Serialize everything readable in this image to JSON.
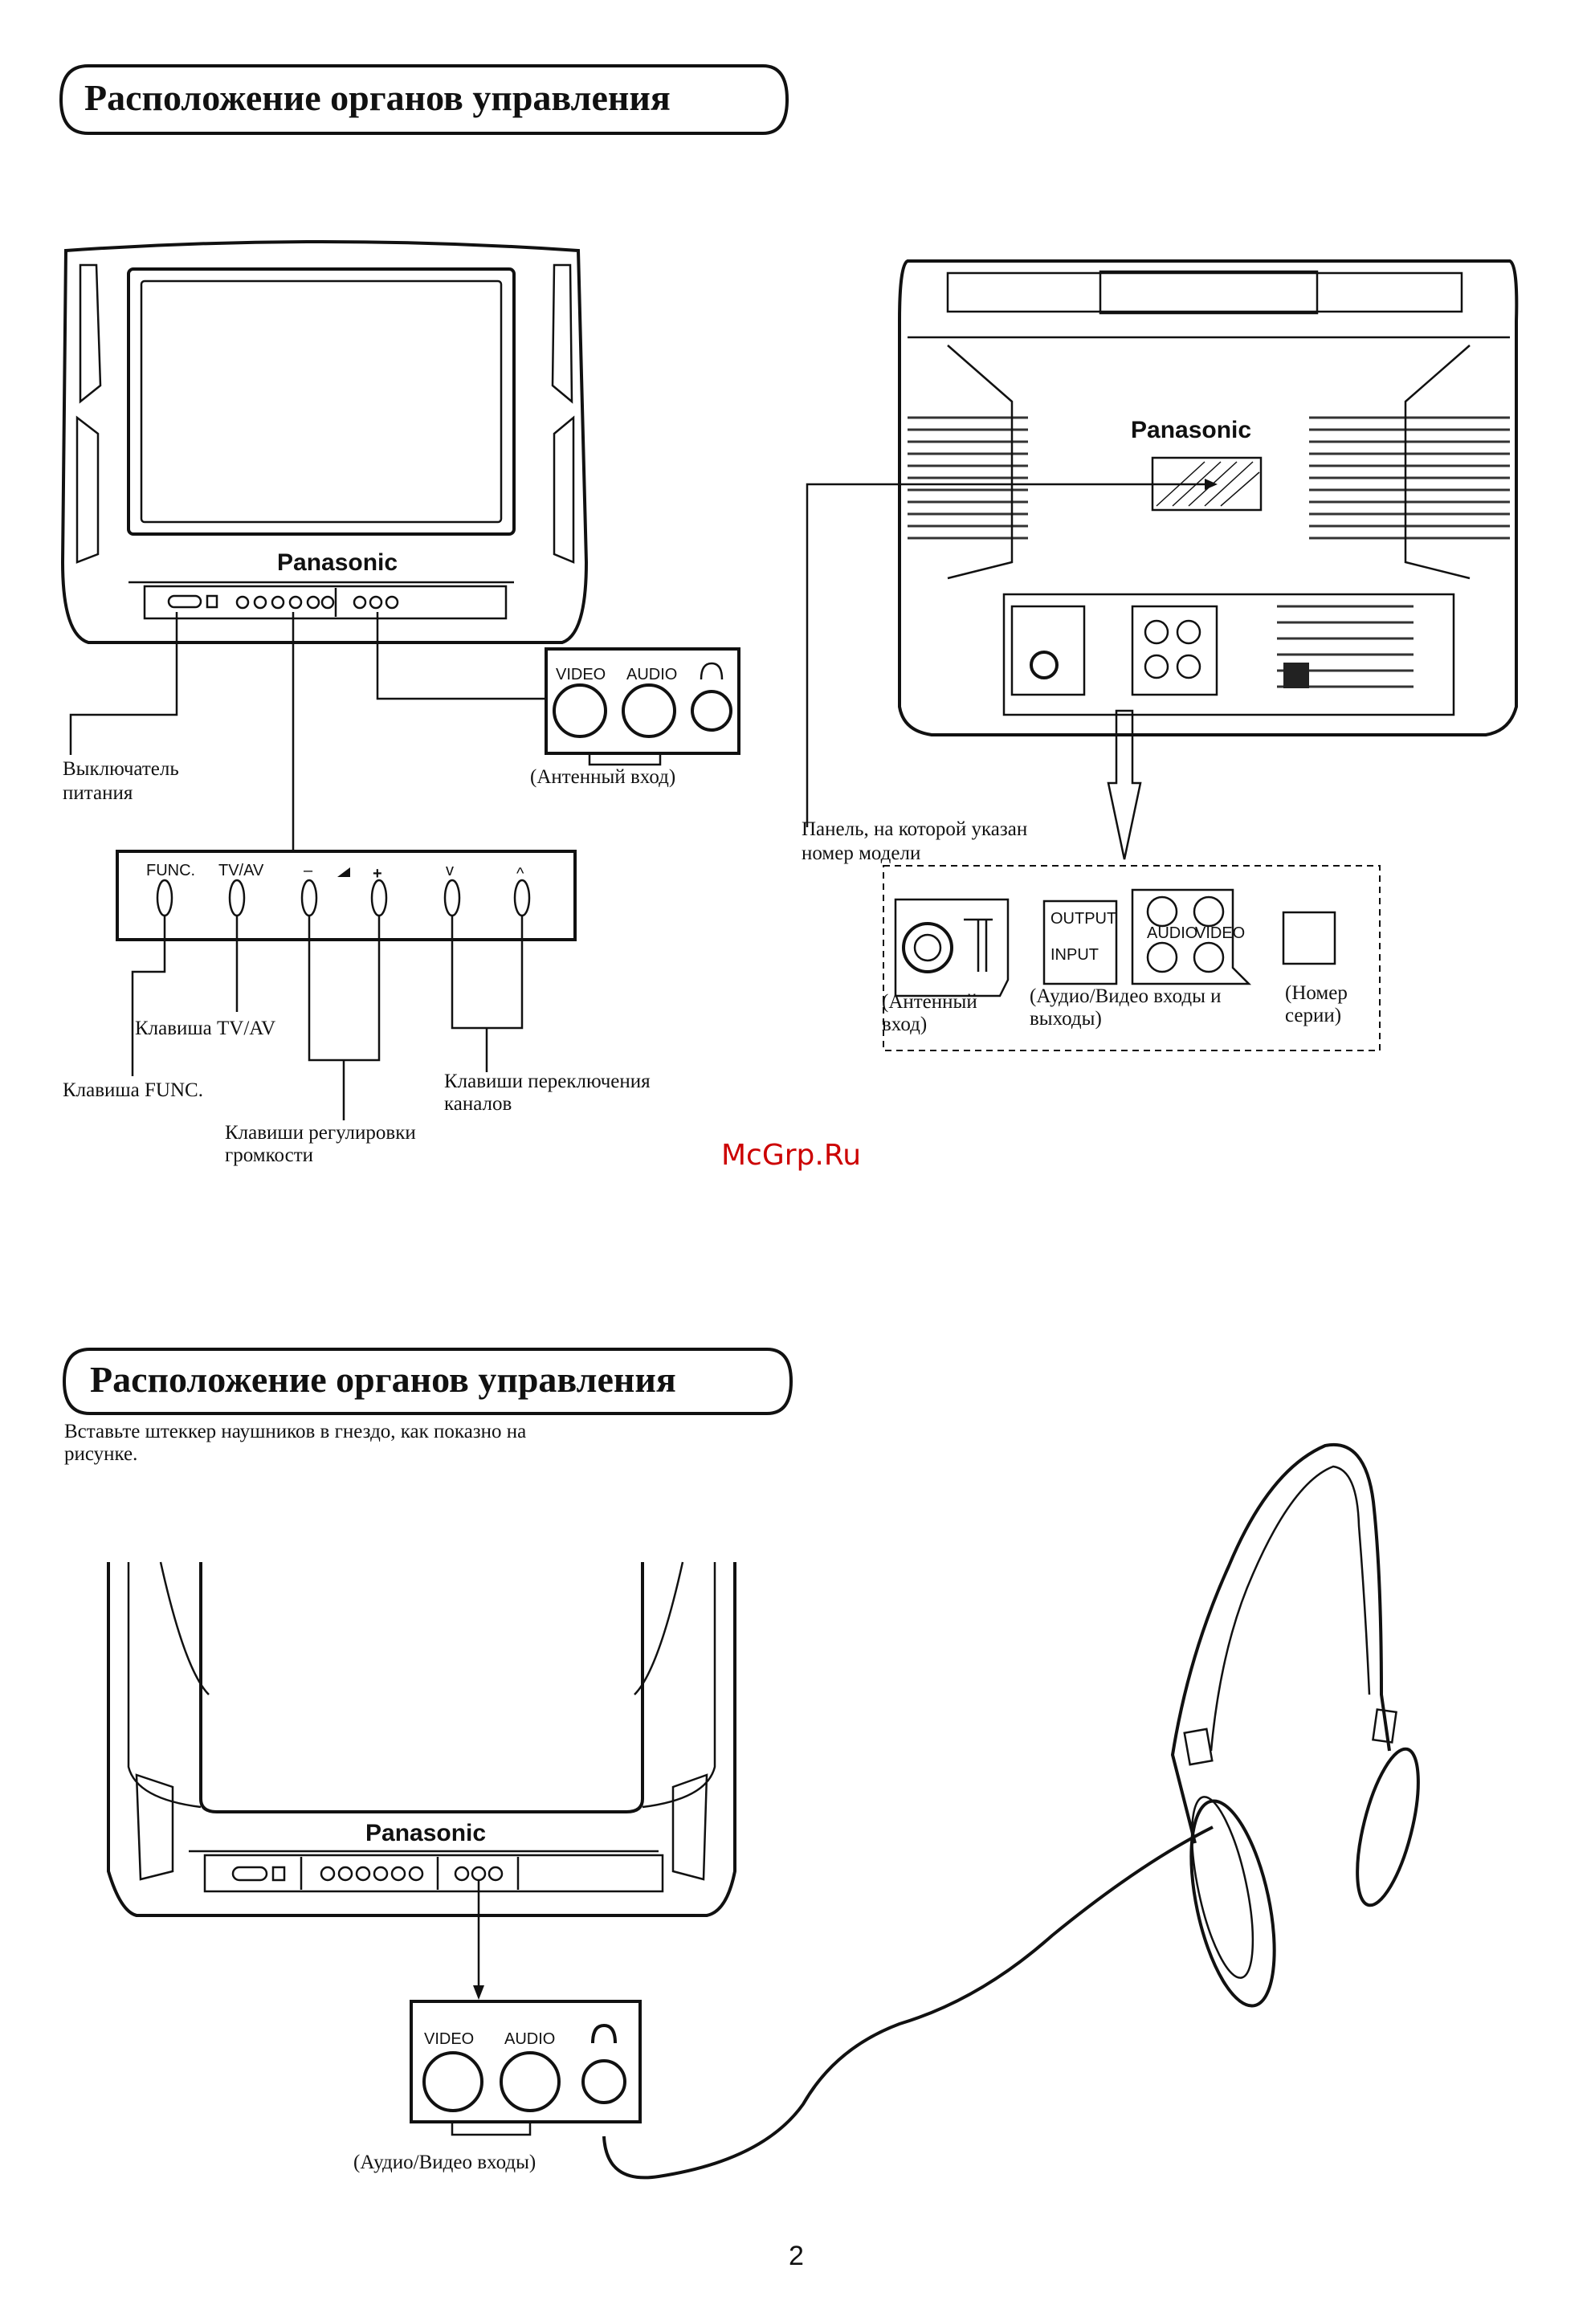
{
  "section1": {
    "title": "Расположение органов управления",
    "front_tv_brand": "Panasonic",
    "jack_labels": {
      "video": "VIDEO",
      "audio": "AUDIO"
    },
    "antenna_input_caption": "(Антенный вход)",
    "power_switch_label": [
      "Выключатель",
      "питания"
    ],
    "buttons": {
      "func": "FUNC.",
      "tv_av": "TV/AV",
      "minus": "–",
      "plus": "+",
      "down": "v",
      "up": "^"
    },
    "tv_av_key_label": "Клавиша TV/AV",
    "func_key_label": "Клавиша FUNC.",
    "volume_keys_label": [
      "Клавиши регулировки",
      "громкости"
    ],
    "channel_keys_label": [
      "Клавиши переключения",
      "каналов"
    ],
    "rear_tv_brand": "Panasonic",
    "model_panel_label": [
      "Панель, на которой указан",
      "номер модели"
    ],
    "rear_panel": {
      "output_label": "OUTPUT",
      "input_label": "INPUT",
      "audio_label": "AUDIO",
      "video_label": "VIDEO",
      "antenna_caption": [
        "(Антенный",
        "вход)"
      ],
      "av_caption": [
        "(Аудио/Видео входы и",
        "выходы)"
      ],
      "serial_caption": [
        "(Номер",
        "серии)"
      ]
    }
  },
  "watermark": "McGrp.Ru",
  "section2": {
    "title": "Расположение органов управления",
    "instruction": [
      "Вставьте штеккер наушников в гнездо, как показно на",
      "рисунке."
    ],
    "tv_brand": "Panasonic",
    "jack_labels": {
      "video": "VIDEO",
      "audio": "AUDIO"
    },
    "av_inputs_caption": "(Аудио/Видео входы)"
  },
  "page_number": "2"
}
